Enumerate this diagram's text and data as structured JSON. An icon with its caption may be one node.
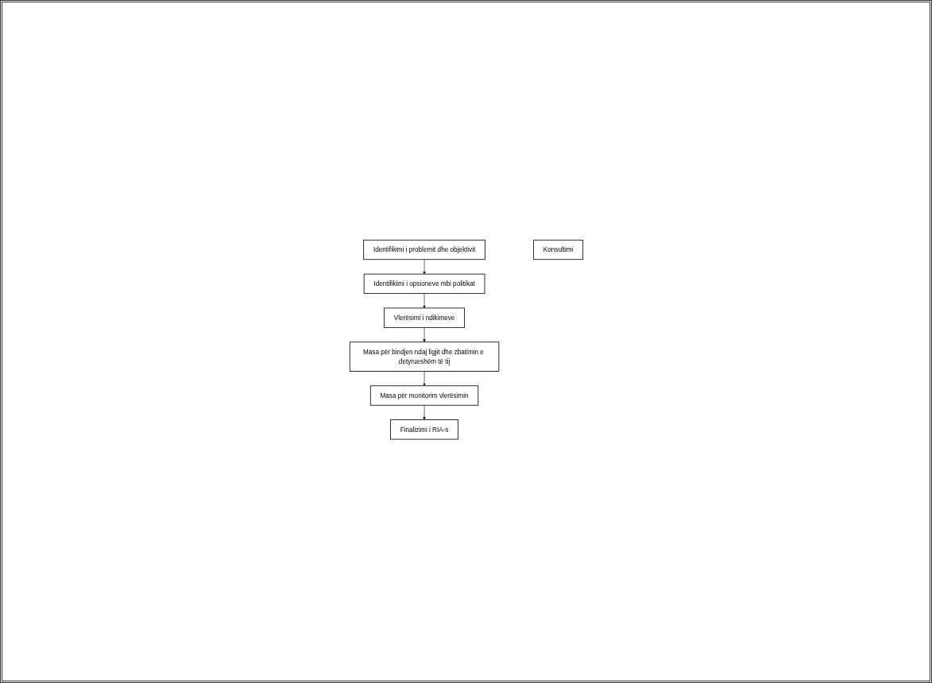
{
  "diagram": {
    "nodes": [
      {
        "text": [
          "Identifikimi i problemit dhe objektivit"
        ]
      },
      {
        "text": [
          "Identifikimi i opsioneve mbi politikat"
        ]
      },
      {
        "text": [
          "Vlerësimi i ndikimeve"
        ]
      },
      {
        "text": [
          "Masa për bindjen ndaj ligjit dhe zbatimin e detyrueshëm të tij"
        ]
      },
      {
        "text": [
          "Masa për monitorim vlerësimin"
        ]
      },
      {
        "text": [
          "Finalizimi i RIA-s"
        ]
      },
      {
        "text": [
          "Konsultimi"
        ]
      }
    ],
    "edges": [
      {
        "from": 0,
        "to": 1,
        "arrow": "to"
      },
      {
        "from": 1,
        "to": 2,
        "arrow": "to"
      },
      {
        "from": 2,
        "to": 3,
        "arrow": "to"
      },
      {
        "from": 3,
        "to": 4,
        "arrow": "to"
      },
      {
        "from": 4,
        "to": 5,
        "arrow": "to"
      }
    ]
  }
}
